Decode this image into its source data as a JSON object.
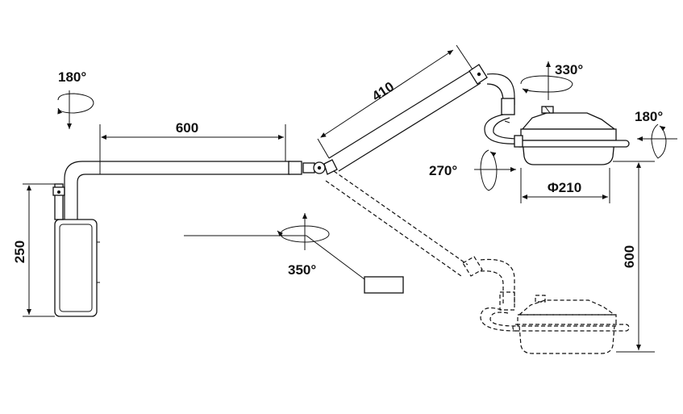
{
  "dimensions": {
    "horizontal_arm": "600",
    "spring_arm": "410",
    "mount_height": "250",
    "vertical_drop": "600",
    "lamp_diameter": "Φ210"
  },
  "rotations": {
    "wall_mount": "180°",
    "central_axis": "350°",
    "head_top": "330°",
    "head_side": "270°",
    "head_right": "180°"
  }
}
